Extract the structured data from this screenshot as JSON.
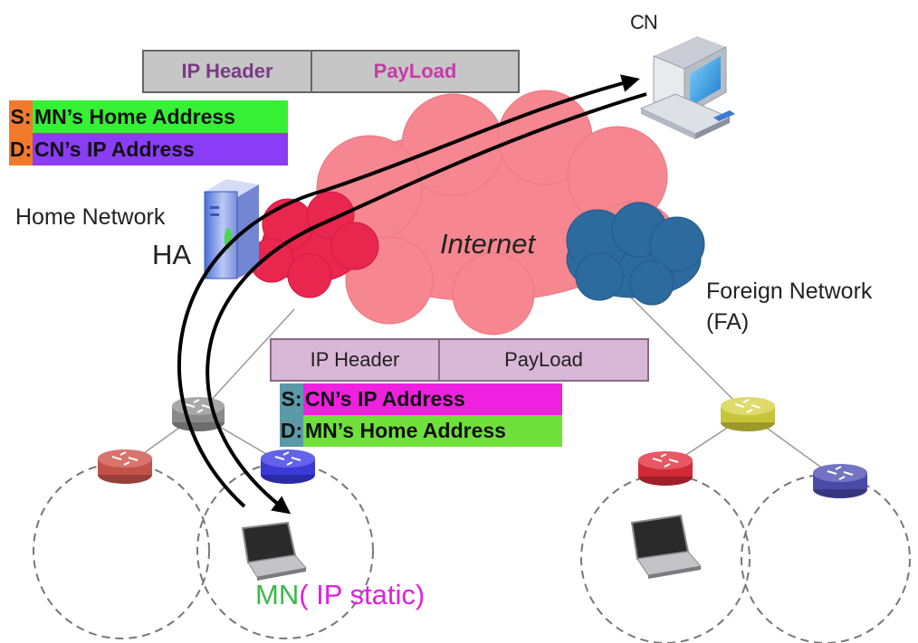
{
  "colors": {
    "internet_cloud": "#F6868F",
    "home_cloud": "#E8264E",
    "foreign_cloud": "#2D6A9E",
    "home_addr_source": "#36F036",
    "cn_ip_destination": "#8B3CF5",
    "cn_ip_source": "#F020E0",
    "router_gray": "#8A8A8A",
    "router_red": "#C0524A",
    "router_blue": "#3A3AD6",
    "router_yellow": "#C8C43A",
    "router_red2": "#D02A38",
    "router_purple": "#4A4AA8",
    "ha_label": "#222222",
    "mn_green": "#3CB84A",
    "mn_magenta": "#E020E0"
  },
  "labels": {
    "cn": "CN",
    "home_network": "Home Network",
    "ha": "HA",
    "internet": "Internet",
    "foreign_network": "Foreign Network",
    "fa": "(FA)",
    "mn": "MN",
    "ip_static": "( IP static)"
  },
  "packet_top": {
    "header": "IP Header",
    "payload": "PayLoad",
    "source_tag": "S:",
    "source": "MN’s Home Address",
    "dest_tag": "D:",
    "dest": "CN’s IP Address"
  },
  "packet_bottom": {
    "header": "IP Header",
    "payload": "PayLoad",
    "source_tag": "S:",
    "source": "CN’s IP Address",
    "dest_tag": "D:",
    "dest": "MN’s Home Address"
  },
  "icons": [
    "server-icon",
    "desktop-computer-icon",
    "router-icon",
    "laptop-icon",
    "cloud-icon"
  ]
}
